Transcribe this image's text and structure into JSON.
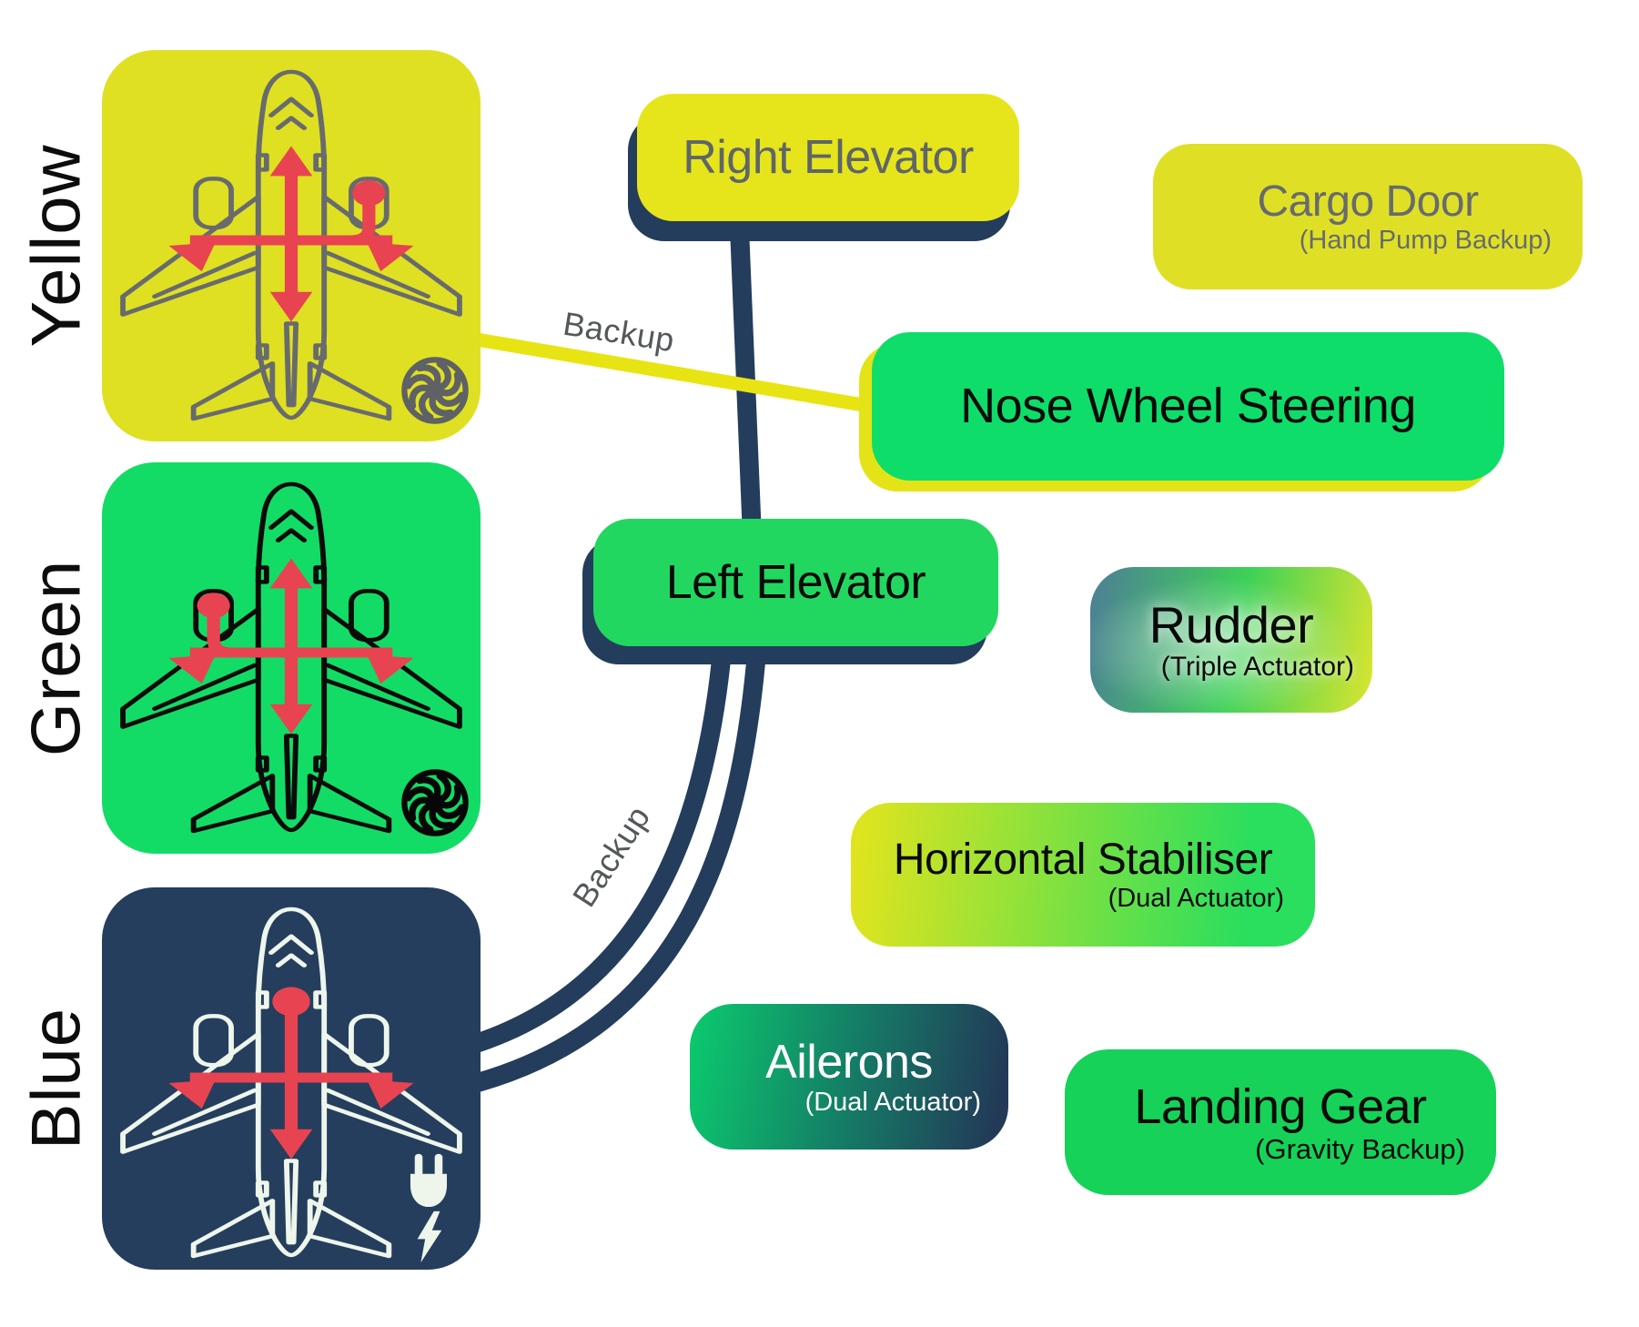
{
  "systems": [
    {
      "label": "Yellow",
      "color": "#dfe021",
      "power_icon": "fan-icon"
    },
    {
      "label": "Green",
      "color": "#12dc66",
      "power_icon": "fan-icon"
    },
    {
      "label": "Blue",
      "color": "#253e5d",
      "power_icon": "electric-plug-icon"
    }
  ],
  "nodes": {
    "right_elevator": {
      "title": "Right Elevator"
    },
    "cargo_door": {
      "title": "Cargo Door",
      "subtitle": "(Hand Pump Backup)"
    },
    "nose_wheel_steering": {
      "title": "Nose Wheel Steering"
    },
    "left_elevator": {
      "title": "Left Elevator"
    },
    "rudder": {
      "title": "Rudder",
      "subtitle": "(Triple Actuator)"
    },
    "horizontal_stabiliser": {
      "title": "Horizontal Stabiliser",
      "subtitle": "(Dual Actuator)"
    },
    "ailerons": {
      "title": "Ailerons",
      "subtitle": "(Dual Actuator)"
    },
    "landing_gear": {
      "title": "Landing Gear",
      "subtitle": "(Gravity Backup)"
    }
  },
  "connector_labels": {
    "yellow_backup": "Backup",
    "blue_backup": "Backup"
  },
  "colors": {
    "yellow": "#dfe021",
    "yellow_line": "#e8e414",
    "green": "#12dc66",
    "green_bright": "#0edd69",
    "navy": "#243d5c",
    "red_arrows": "#e84351",
    "gray_text": "#5f6568",
    "backup_text": "#54585a",
    "rudder_blue": "#4d7e97"
  }
}
